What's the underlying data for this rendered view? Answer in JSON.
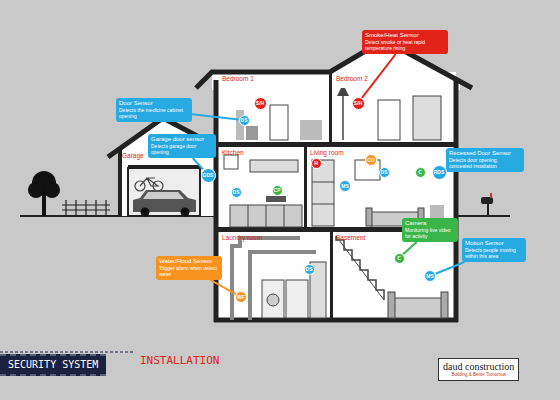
{
  "diagram": {
    "nodes": [
      {
        "text": [
          "Smoke/Heat Sensor",
          "Detect smoke or heat rapid temperature rising"
        ]
      },
      {
        "text": [
          "Door Sensor",
          "Detects the medicine cabinet opening"
        ]
      },
      {
        "text": [
          "S/H"
        ]
      },
      {
        "text": [
          "DS"
        ]
      },
      {
        "text": [
          "S/H"
        ]
      },
      {
        "text": [
          "Garage door sensor",
          "Detects garage door opening"
        ]
      },
      {
        "text": [
          "Recessed Door Sensor",
          "Detects door opening, concealed installation"
        ]
      },
      {
        "text": [
          "CO"
        ]
      },
      {
        "text": [
          "H"
        ]
      },
      {
        "text": [
          "GDS"
        ]
      },
      {
        "text": [
          "DS"
        ]
      },
      {
        "text": [
          "CP"
        ]
      },
      {
        "text": [
          "MS"
        ]
      },
      {
        "text": [
          "DS"
        ]
      },
      {
        "text": [
          "C"
        ]
      },
      {
        "text": [
          "RDS"
        ]
      },
      {
        "text": [
          "Camera",
          "Monitoring live video for activity"
        ]
      },
      {
        "text": [
          "Motion Sensor",
          "Detects people moving within this area"
        ]
      },
      {
        "text": [
          "C"
        ]
      },
      {
        "text": [
          "DS"
        ]
      },
      {
        "text": [
          "MS"
        ]
      },
      {
        "text": [
          "Water/Flood Sensor",
          "Trigger alarm when detect water"
        ]
      },
      {
        "text": [
          "WF"
        ]
      },
      {
        "text": [
          "SECURITY SYSTEM"
        ]
      },
      {
        "text": [
          "daud construction",
          "Building & Better Tomorrow"
        ]
      }
    ],
    "edges": [
      {
        "from": 0,
        "to": 4,
        "arrow": "none"
      },
      {
        "from": 1,
        "to": 3,
        "arrow": "none"
      },
      {
        "from": 5,
        "to": 9,
        "arrow": "none"
      },
      {
        "from": 6,
        "to": 15,
        "arrow": "none"
      },
      {
        "from": 16,
        "to": 18,
        "arrow": "none"
      },
      {
        "from": 17,
        "to": 20,
        "arrow": "none"
      },
      {
        "from": 21,
        "to": 22,
        "arrow": "none"
      }
    ],
    "labels": [
      "Bedroom 1",
      "Bedroom 2",
      "Garage",
      "Kitchen",
      "Living room",
      "Laundry room",
      "Basement",
      "INSTALLATION"
    ]
  }
}
